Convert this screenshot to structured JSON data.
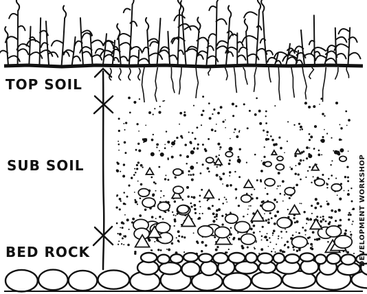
{
  "diagram": {
    "layers": [
      {
        "id": "top",
        "label": "TOP SOIL"
      },
      {
        "id": "sub",
        "label": "SUB SOIL"
      },
      {
        "id": "bed",
        "label": "BED ROCK"
      }
    ],
    "credit": "DEVELOPMENT WORKSHOP",
    "colors": {
      "ink": "#111111",
      "paper": "#ffffff"
    }
  }
}
